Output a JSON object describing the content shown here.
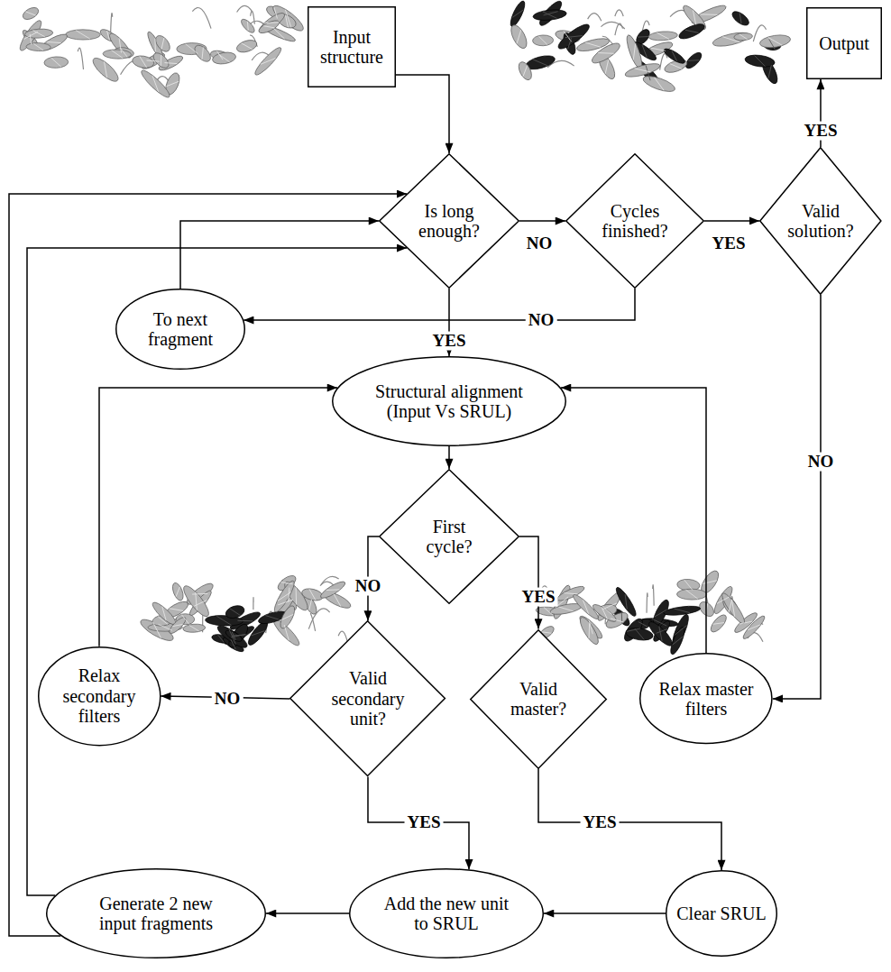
{
  "diagram": {
    "nodes": [
      {
        "text": [
          "Input structure"
        ]
      },
      {
        "text": [
          "Output"
        ]
      },
      {
        "text": [
          "Is long enough?"
        ]
      },
      {
        "text": [
          "Cycles finished?"
        ]
      },
      {
        "text": [
          "Valid solution?"
        ]
      },
      {
        "text": [
          "To next fragment"
        ]
      },
      {
        "text": [
          "Structural alignment (Input Vs SRUL)"
        ]
      },
      {
        "text": [
          "First cycle?"
        ]
      },
      {
        "text": [
          "Relax secondary filters"
        ]
      },
      {
        "text": [
          "Valid secondary unit?"
        ]
      },
      {
        "text": [
          "Valid master?"
        ]
      },
      {
        "text": [
          "Relax master filters"
        ]
      },
      {
        "text": [
          "Generate 2 new input fragments"
        ]
      },
      {
        "text": [
          "Add the new unit to SRUL"
        ]
      },
      {
        "text": [
          "Clear SRUL"
        ]
      }
    ],
    "edges": [
      {
        "from": 0,
        "to": 2,
        "arrow": "to"
      },
      {
        "from": 2,
        "to": 3,
        "label": "NO",
        "arrow": "to"
      },
      {
        "from": 3,
        "to": 4,
        "label": "YES",
        "arrow": "to"
      },
      {
        "from": 4,
        "to": 1,
        "label": "YES",
        "arrow": "to"
      },
      {
        "from": 3,
        "to": 5,
        "label": "NO",
        "arrow": "to"
      },
      {
        "from": 5,
        "to": 2,
        "arrow": "to"
      },
      {
        "from": 2,
        "to": 6,
        "label": "YES",
        "arrow": "to"
      },
      {
        "from": 4,
        "to": 11,
        "label": "NO",
        "arrow": "to"
      },
      {
        "from": 6,
        "to": 7,
        "arrow": "to"
      },
      {
        "from": 7,
        "to": 9,
        "label": "NO",
        "arrow": "to"
      },
      {
        "from": 7,
        "to": 10,
        "label": "YES",
        "arrow": "to"
      },
      {
        "from": 9,
        "to": 8,
        "label": "NO",
        "arrow": "to"
      },
      {
        "from": 9,
        "to": 13,
        "label": "YES",
        "arrow": "to"
      },
      {
        "from": 10,
        "to": 14,
        "label": "YES",
        "arrow": "to"
      },
      {
        "from": 8,
        "to": 6,
        "arrow": "to"
      },
      {
        "from": 11,
        "to": 6,
        "arrow": "to"
      },
      {
        "from": 14,
        "to": 13,
        "arrow": "to"
      },
      {
        "from": 13,
        "to": 12,
        "arrow": "to"
      },
      {
        "from": 12,
        "to": 2,
        "arrow": "to"
      },
      {
        "from": 12,
        "to": 2,
        "arrow": "to"
      }
    ]
  }
}
